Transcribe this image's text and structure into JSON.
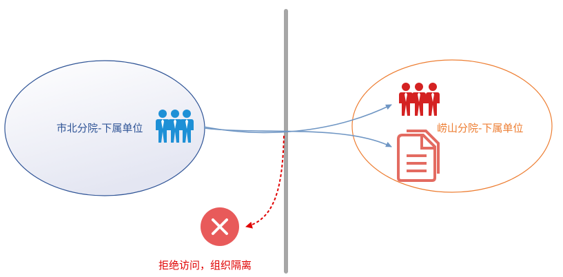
{
  "left_unit": {
    "label": "市北分院-下属单位",
    "icon": "people-group-icon",
    "color": "#1e90d6"
  },
  "right_unit": {
    "label": "崂山分院-下属单位",
    "icons": [
      "people-group-icon",
      "document-icon"
    ],
    "people_color": "#d42222",
    "document_color": "#e36b61"
  },
  "deny": {
    "label": "拒绝访问，组织隔离",
    "icon": "close-icon",
    "color": "#e85a5a"
  },
  "colors": {
    "left_ellipse_stroke": "#2f5496",
    "right_ellipse_stroke": "#ed7d31",
    "divider": "#a6a6a6",
    "arrow": "#6f96c4",
    "denied_arrow": "#e00000"
  }
}
